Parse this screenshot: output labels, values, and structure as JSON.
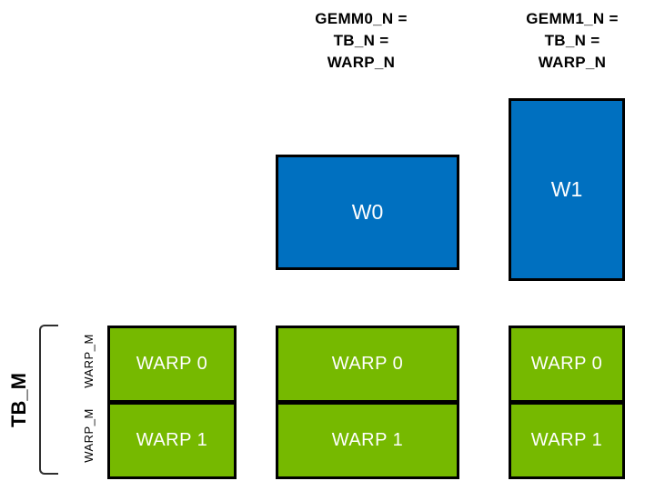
{
  "colors": {
    "blue": "#0070C0",
    "green": "#76B900",
    "outline": "#000000",
    "bracket": "#2e2e2e"
  },
  "header": {
    "gemm0": {
      "line1": "GEMM0_N =",
      "line2": "TB_N =",
      "line3": "WARP_N"
    },
    "gemm1": {
      "line1": "GEMM1_N =",
      "line2": "TB_N =",
      "line3": "WARP_N"
    }
  },
  "accumulator_tiles": {
    "w0": "W0",
    "w1": "W1"
  },
  "warp_columns": [
    {
      "id": "left",
      "warp0": "WARP 0",
      "warp1": "WARP 1"
    },
    {
      "id": "middle",
      "warp0": "WARP 0",
      "warp1": "WARP 1"
    },
    {
      "id": "right",
      "warp0": "WARP 0",
      "warp1": "WARP 1"
    }
  ],
  "side_labels": {
    "tb_m": "TB_M",
    "warp_m_upper": "WARP_M",
    "warp_m_lower": "WARP_M"
  }
}
